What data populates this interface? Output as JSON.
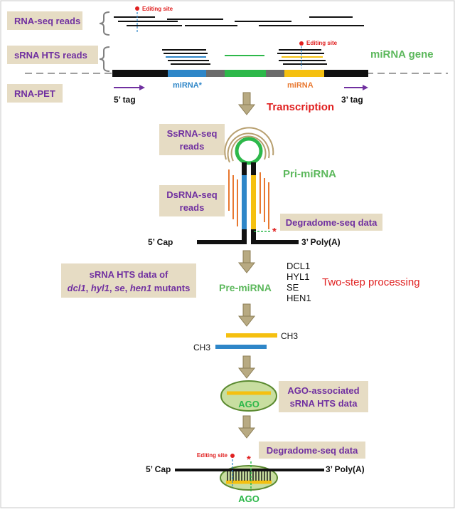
{
  "labels": {
    "rna_seq_reads": "RNA-seq reads",
    "srna_hts_reads": "sRNA HTS reads",
    "rna_pet": "RNA-PET",
    "mirna_gene": "miRNA gene",
    "editing_site": "Editing site",
    "mirna_star": "miRNA*",
    "mirna": "miRNA",
    "tag5": "5’ tag",
    "tag3": "3’ tag",
    "transcription": "Transcription",
    "ssrna_line1": "SsRNA-seq",
    "ssrna_line2": "reads",
    "dsrna_line1": "DsRNA-seq",
    "dsrna_line2": "reads",
    "pri_mirna": "Pri-miRNA",
    "degradome": "Degradome-seq data",
    "cap5": "5’ Cap",
    "polya3": "3’ Poly(A)",
    "srna_mut_line1": "sRNA HTS data of",
    "mutants": [
      "dcl1",
      "hyl1",
      "se",
      "hen1"
    ],
    "mutants_suffix": "mutants",
    "pre_mirna": "Pre-miRNA",
    "factors": [
      "DCL1",
      "HYL1",
      "SE",
      "HEN1"
    ],
    "two_step": "Two-step processing",
    "ch3": "CH3",
    "ago": "AGO",
    "ago_assoc_line1": "AGO-associated",
    "ago_assoc_line2": "sRNA HTS data",
    "star": "*"
  },
  "colors": {
    "box_bg": "#e6dcc4",
    "purple": "#7030a0",
    "green": "#5cb85c",
    "red": "#e02020",
    "blue": "#2e86c8",
    "orange": "#e87830",
    "yellow": "#f5c010",
    "bright_green": "#2db84a",
    "gray": "#6b6b6b",
    "arrow_fill": "#b8aa82",
    "arrow_stroke": "#8c7e56",
    "ago_fill": "#c8dea0",
    "ago_stroke": "#5a8a30",
    "tan_loop": "#b8a070"
  }
}
